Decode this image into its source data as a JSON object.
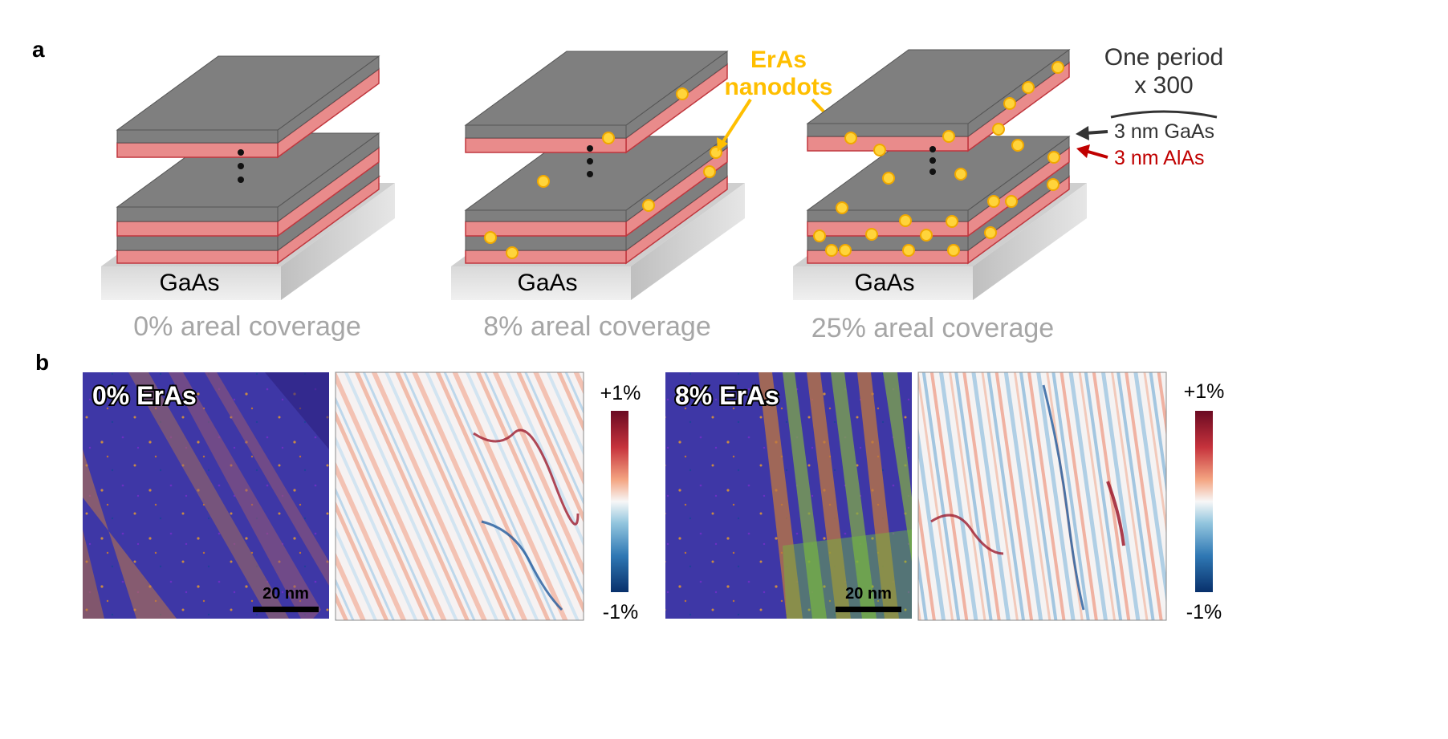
{
  "panel_a": {
    "label": "a",
    "stacks": [
      {
        "substrate": "GaAs",
        "coverage_label": "0% areal coverage",
        "nanodots": false
      },
      {
        "substrate": "GaAs",
        "coverage_label": "8% areal coverage",
        "nanodots": true
      },
      {
        "substrate": "GaAs",
        "coverage_label": "25% areal coverage",
        "nanodots": true
      }
    ],
    "nanodot_label_line1": "ErAs",
    "nanodot_label_line2": "nanodots",
    "period_line1": "One period",
    "period_line2": "x 300",
    "layer_gaas": "3 nm GaAs",
    "layer_alas": "3 nm AlAs"
  },
  "panel_b": {
    "label": "b",
    "maps": [
      {
        "title": "0% ErAs",
        "scale_bar": "20 nm"
      },
      {
        "title": "8% ErAs",
        "scale_bar": "20 nm"
      }
    ],
    "colorbar_max": "+1%",
    "colorbar_min": "-1%"
  },
  "colors": {
    "gaas_layer": "#7f7f7f",
    "alas_layer": "#e98b8b",
    "alas_edge": "#c0373e",
    "nanodot": "#ffd43b",
    "annotation_yellow": "#ffbf00",
    "gaas_arrow": "#333333",
    "alas_arrow": "#c00000",
    "colorbar_high": "#8b0a26",
    "colorbar_low": "#0b3f7a"
  }
}
